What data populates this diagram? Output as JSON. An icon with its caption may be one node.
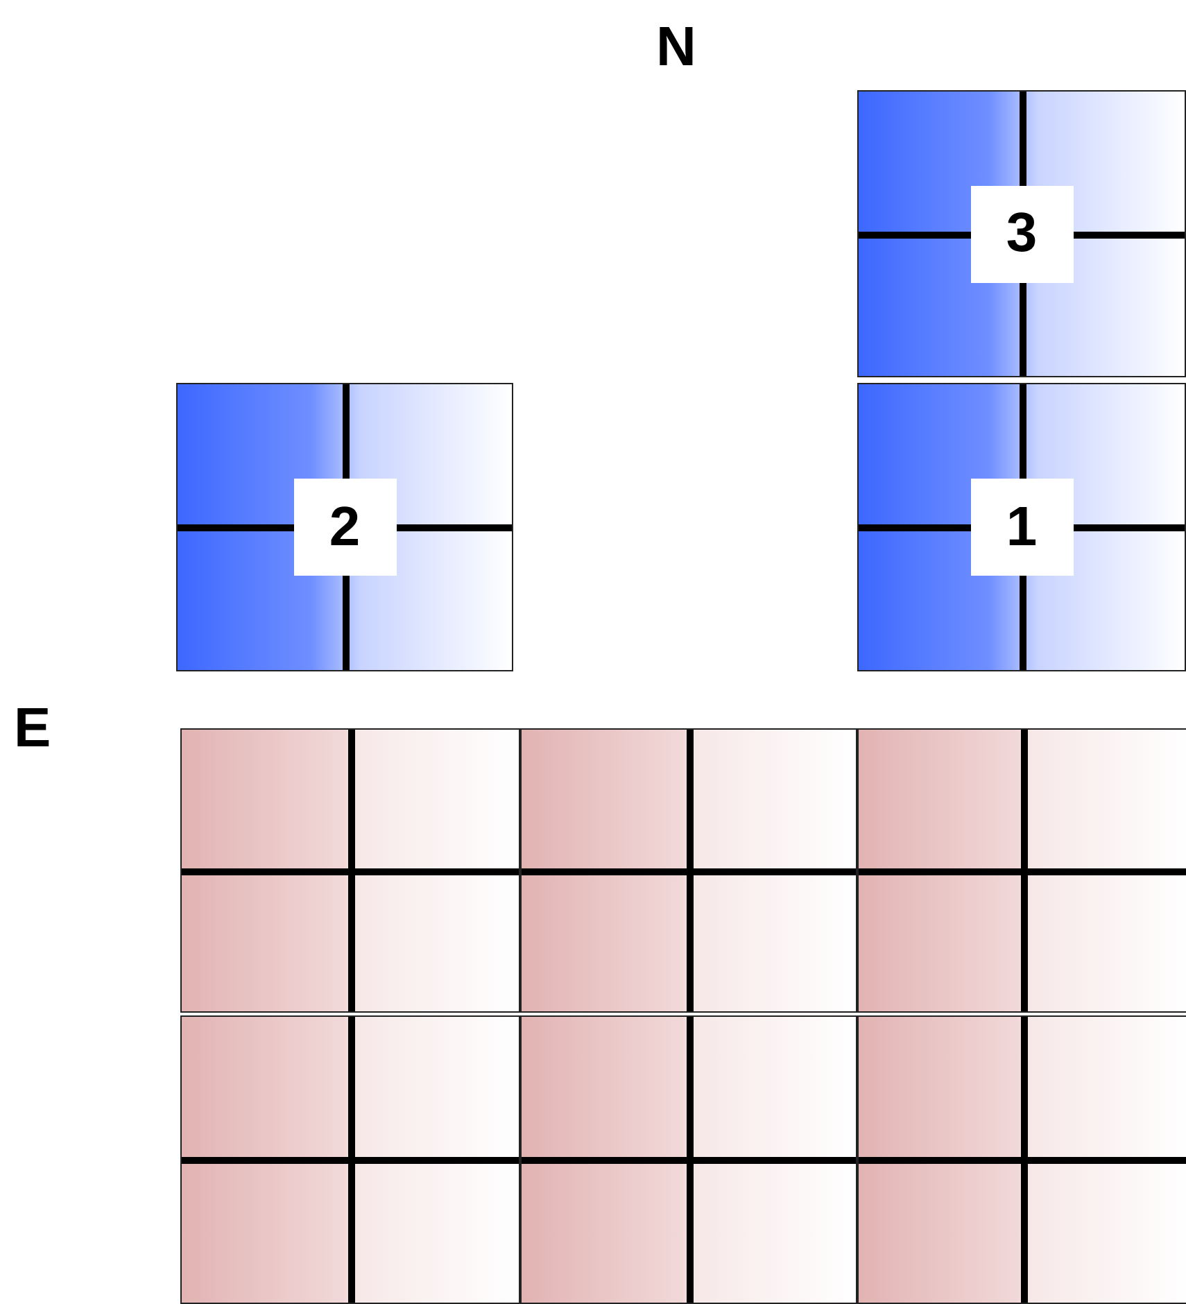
{
  "diagram": {
    "nodes": [
      {
        "text": [
          "3"
        ]
      },
      {
        "text": [
          "2"
        ]
      },
      {
        "text": [
          "1"
        ]
      },
      {
        "text": [],
        "shape": "box"
      },
      {
        "text": [],
        "shape": "box"
      },
      {
        "text": [],
        "shape": "box"
      },
      {
        "text": [],
        "shape": "box"
      },
      {
        "text": [],
        "shape": "box"
      },
      {
        "text": [],
        "shape": "box"
      }
    ],
    "edges": [],
    "labels": [
      "N",
      "E"
    ]
  }
}
